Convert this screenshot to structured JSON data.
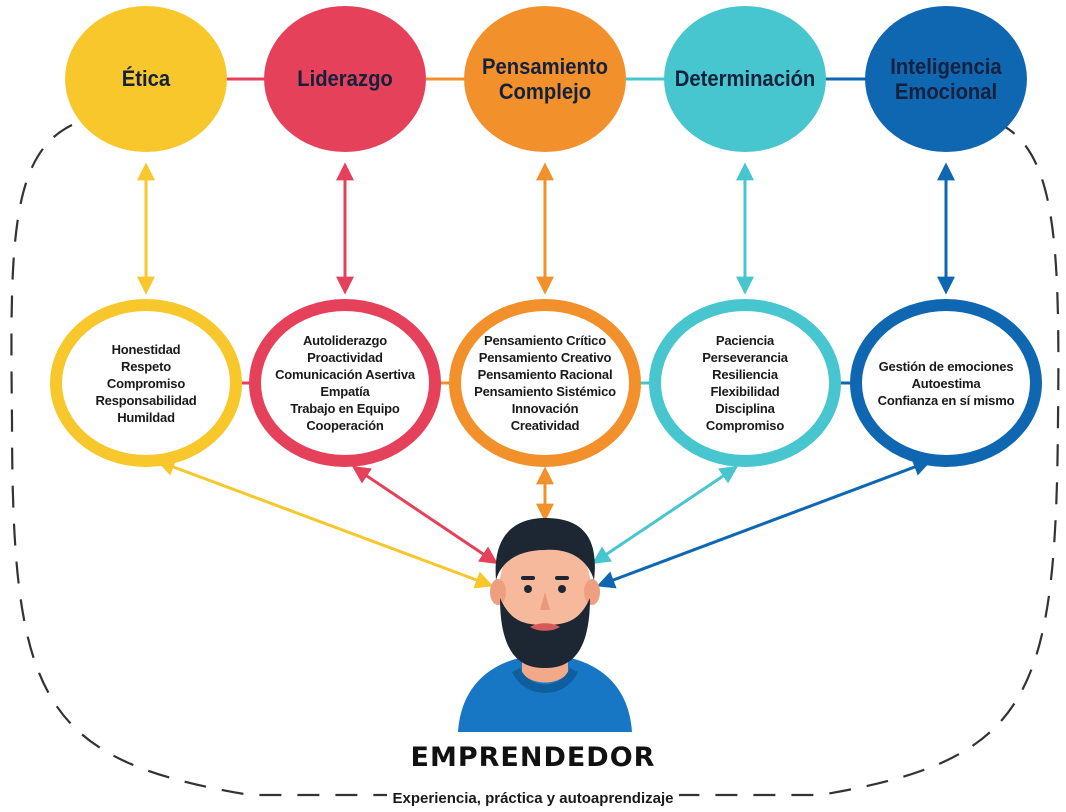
{
  "colors": {
    "yellow": "#f7c72c",
    "red": "#e5415a",
    "orange": "#f2912c",
    "teal": "#47c6cf",
    "blue": "#0f67b1",
    "dash": "#333333"
  },
  "competencies": [
    {
      "id": "etica",
      "title": "Ética",
      "color": "yellow",
      "skills": [
        "Honestidad",
        "Respeto",
        "Compromiso",
        "Responsabilidad",
        "Humildad"
      ]
    },
    {
      "id": "liderazgo",
      "title": "Liderazgo",
      "color": "red",
      "skills": [
        "Autoliderazgo",
        "Proactividad",
        "Comunicación Asertiva",
        "Empatía",
        "Trabajo en Equipo",
        "Cooperación"
      ]
    },
    {
      "id": "pensamiento-complejo",
      "title": "Pensamiento Complejo",
      "color": "orange",
      "skills": [
        "Pensamiento Crítico",
        "Pensamiento Creativo",
        "Pensamiento Racional",
        "Pensamiento Sistémico",
        "Innovación",
        "Creatividad"
      ]
    },
    {
      "id": "determinacion",
      "title": "Determinación",
      "color": "teal",
      "skills": [
        "Paciencia",
        "Perseverancia",
        "Resiliencia",
        "Flexibilidad",
        "Disciplina",
        "Compromiso"
      ]
    },
    {
      "id": "inteligencia-emocional",
      "title": "Inteligencia Emocional",
      "color": "blue",
      "skills": [
        "Gestión de emociones",
        "Autoestima",
        "Confianza en sí mismo"
      ]
    }
  ],
  "center": {
    "label": "EMPRENDEDOR",
    "icon": "entrepreneur-avatar-icon"
  },
  "footer": "Experiencia, práctica y autoaprendizaje"
}
